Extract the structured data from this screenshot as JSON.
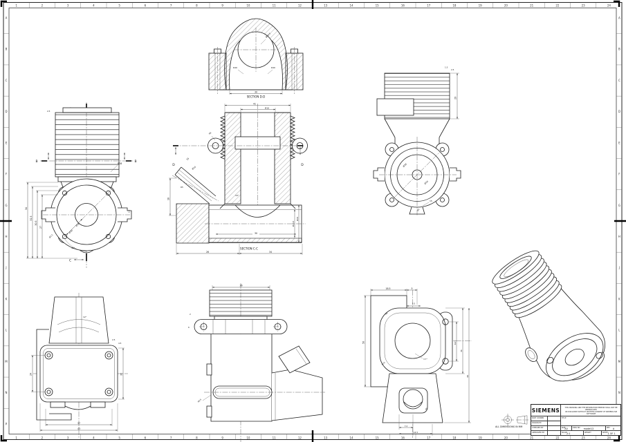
{
  "sheet": {
    "border": {
      "columns": [
        "1",
        "2",
        "3",
        "4",
        "5",
        "6",
        "7",
        "8",
        "9",
        "10",
        "11",
        "12",
        "13",
        "14",
        "15",
        "16",
        "17",
        "18",
        "19",
        "20",
        "21",
        "22",
        "23",
        "24"
      ],
      "rows": [
        "A",
        "B",
        "C",
        "D",
        "E",
        "F",
        "G",
        "H",
        "J",
        "K",
        "L",
        "M",
        "N",
        "P"
      ]
    },
    "notes": {
      "units": "ALL DIMENSIONS IN MM"
    },
    "title_block": {
      "brand": "SIEMENS",
      "disclaimer_line1": "THIS DRAWING AND THE INFORMATION HEREON SHALL NOT BE REPRODUCED",
      "disclaimer_line2": "OR DISCLOSED WITHOUT WRITTEN CONSENT OF SIEMENS PLM SOFTWARE",
      "fields": [
        {
          "label": "PART OWNER",
          "value": ""
        },
        {
          "label": "DRAWN BY",
          "value": ""
        },
        {
          "label": "CHECKED BY",
          "value": ""
        },
        {
          "label": "APPROVED BY",
          "value": ""
        }
      ],
      "title_label": "TITLE",
      "title_value": "",
      "size_label": "SIZE",
      "size": "A0",
      "dwg_label": "DWG NO",
      "dwg_no": "model12",
      "rev_label": "REV",
      "rev": "A",
      "scale_label": "SCALE",
      "scale": "2:1",
      "weight_label": "WEIGHT",
      "weight": "",
      "sheet_label": "SHEET",
      "sheet": "1 OF 1"
    }
  },
  "views": {
    "a": {
      "c": "C",
      "b": "B",
      "d34": "34",
      "d32_5": "32.5",
      "d30_5": "30.5",
      "d27": "27",
      "r28": "R28",
      "d36": "Ø36",
      "d30": "Ø30",
      "a45": "45°",
      "d3_5": "Ø3.5",
      "p2_5": "2.5",
      "s2_5": "2.5"
    },
    "dd": {
      "title": "SECTION D-D",
      "bore": "Ø20.5",
      "rl": "R40",
      "rr": "R40",
      "w": "30"
    },
    "cc": {
      "title": "SECTION C-C",
      "d": "D",
      "w41": "41",
      "d16": "Ø16",
      "l15": "15",
      "d10": "Ø10",
      "a10": "10°",
      "r5": "R5",
      "h18": "18",
      "b26": "26",
      "b34": "34",
      "t30": "30",
      "d23": "Ø23.6",
      "d28": "Ø28",
      "r8": "R8"
    },
    "rear": {
      "h29": "29",
      "p2_5": "2.5",
      "p1_5": "1.5",
      "d38": "Ø38",
      "d34": "Ø34",
      "b15": "15",
      "d5": "Ø5"
    },
    "bottom": {
      "v24": "24",
      "v30": "30",
      "w37": "37",
      "w43": "43",
      "t2_5": "2.5",
      "t4_5": "4.5",
      "a12": "12°"
    },
    "side": {
      "w36": "36",
      "t2": "2",
      "t6": "6",
      "r05": "R0.5"
    },
    "front2": {
      "w18_5": "18.5",
      "w5": "5",
      "w5_5": "5.5",
      "h50": "50",
      "r14_5": "14.5",
      "r31": "31",
      "r44": "44",
      "b7_2": "7.2",
      "b14_5": "14.5",
      "a3_7": "3.7°",
      "r10": "R10",
      "r6": "R6",
      "r5": "R5"
    }
  }
}
